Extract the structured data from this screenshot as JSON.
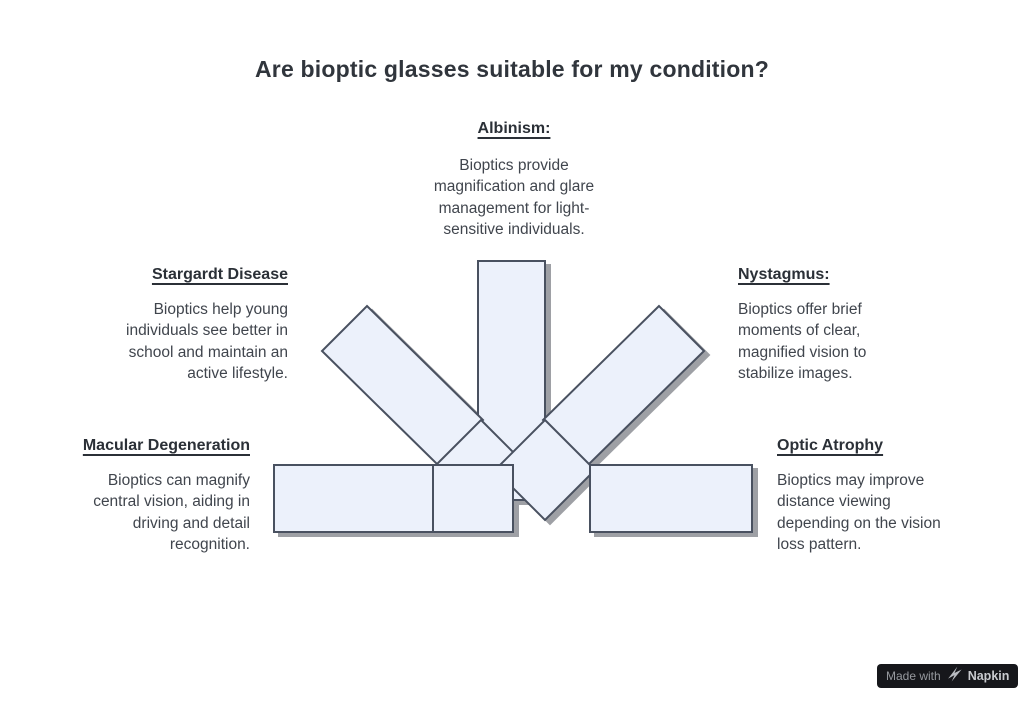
{
  "title": "Are bioptic glasses suitable for my condition?",
  "sections": {
    "albinism": {
      "heading": "Albinism:",
      "body": "Bioptics provide magnification and glare management for light-sensitive individuals."
    },
    "stargardt": {
      "heading": "Stargardt Disease",
      "body": "Bioptics help young individuals see better in school and maintain an active lifestyle."
    },
    "nystagmus": {
      "heading": "Nystagmus:",
      "body": "Bioptics offer brief moments of clear, magnified vision to stabilize images."
    },
    "macular": {
      "heading": "Macular Degeneration",
      "body": "Bioptics can magnify central vision, aiding in driving and detail recognition."
    },
    "optic": {
      "heading": "Optic Atrophy",
      "body": "Bioptics may improve distance viewing depending on the vision loss pattern."
    }
  },
  "graphic": {
    "type": "five-converging-arrows"
  },
  "badge": {
    "made_with": "Made with",
    "brand": "Napkin"
  },
  "colors": {
    "background": "#ffffff",
    "shape_fill": "#ECF1FB",
    "shape_stroke": "#4A5160",
    "title_text": "#30353C",
    "heading_text": "#2B3037",
    "body_text": "#40454D",
    "badge_bg": "#16171B",
    "badge_text": "#96999E",
    "badge_brand": "#C9CBCF"
  }
}
